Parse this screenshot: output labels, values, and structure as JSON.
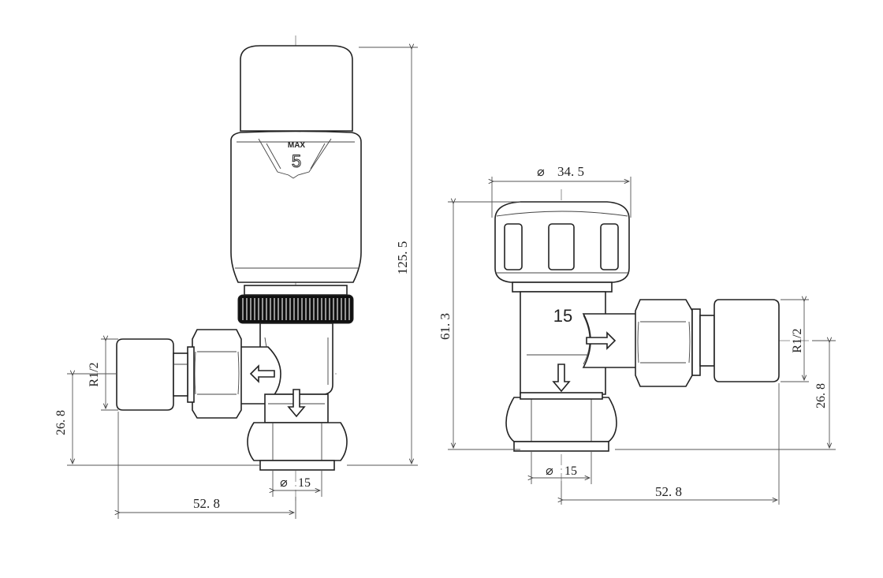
{
  "left_valve": {
    "knob_label": "MAX",
    "knob_number": "5",
    "dim_height": "125. 5",
    "dim_thread": "R1/2",
    "dim_offset": "26. 8",
    "dim_bore": "15",
    "dim_width": "52. 8"
  },
  "right_valve": {
    "dim_cap_diameter": "34. 5",
    "dim_height": "61. 3",
    "body_number": "15",
    "dim_thread": "R1/2",
    "dim_offset": "26. 8",
    "dim_bore": "15",
    "dim_width": "52. 8"
  },
  "diameter_symbol": "⌀"
}
